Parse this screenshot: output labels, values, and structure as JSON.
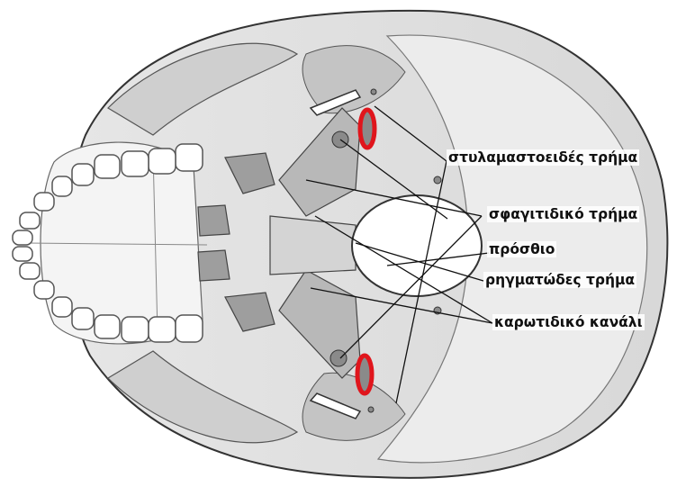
{
  "labels": {
    "stylomastoid": "στυλαμαστοειδές τρήμα",
    "jugular": "σφαγιτιδικό τρήμα",
    "anterior": "πρόσθιο",
    "foramen_lacerum": "ρηγματώδες τρήμα",
    "carotid_canal": "καρωτιδικό κανάλι"
  },
  "highlight_color": "#e0151c"
}
